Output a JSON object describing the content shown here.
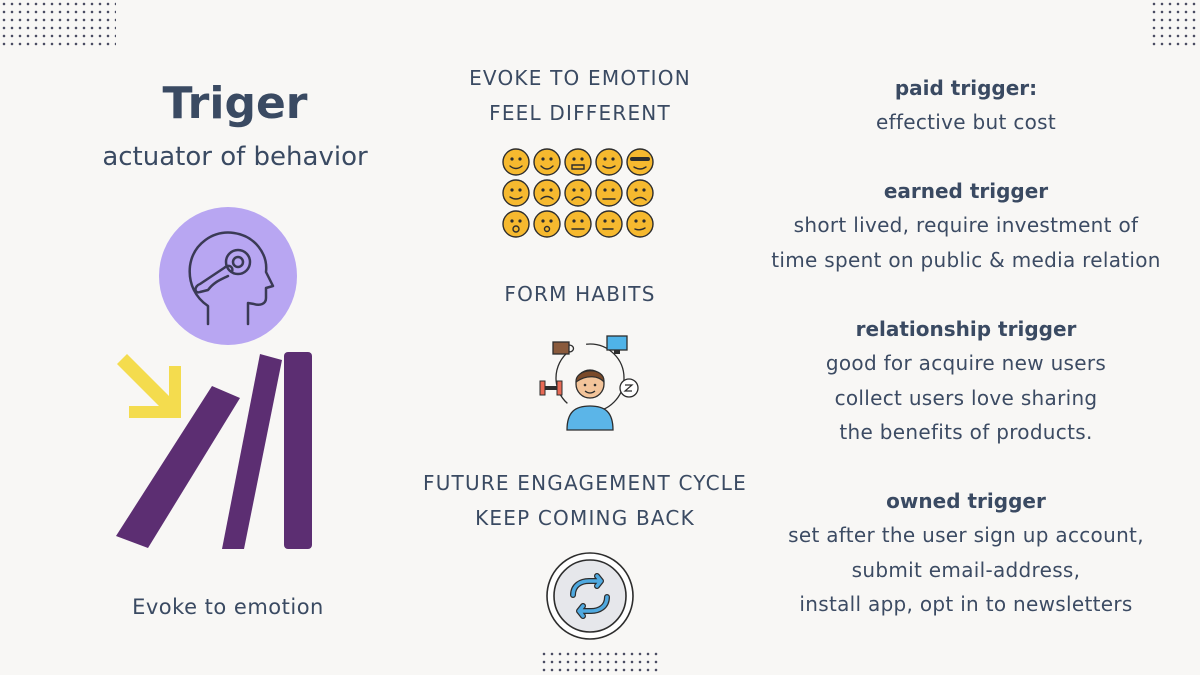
{
  "left": {
    "title": "Triger",
    "subtitle": "actuator of behavior",
    "caption": "Evoke to emotion"
  },
  "middle": {
    "section1": {
      "line1": "EVOKE TO EMOTION",
      "line2": "FEEL DIFFERENT"
    },
    "section2": {
      "line1": "FORM HABITS"
    },
    "section3": {
      "line1": "FUTURE ENGAGEMENT CYCLE",
      "line2": "KEEP COMING BACK"
    }
  },
  "right": {
    "paid": {
      "heading": "paid trigger:",
      "lines": [
        "effective but cost"
      ]
    },
    "earned": {
      "heading": "earned trigger",
      "lines": [
        "short lived, require investment of",
        "time spent on public & media relation"
      ]
    },
    "relationship": {
      "heading": "relationship trigger",
      "lines": [
        "good for acquire new users",
        "collect users love sharing",
        "the benefits of products."
      ]
    },
    "owned": {
      "heading": "owned trigger",
      "lines": [
        "set after the user sign up account,",
        "submit email-address,",
        "install app, opt in to newsletters"
      ]
    }
  },
  "icons": {
    "head": "head-touch-icon",
    "arrow": "diagonal-arrow-icon",
    "emoji": "emoji-grid-icon",
    "habits": "habits-person-icon",
    "cycle": "refresh-cycle-icon"
  },
  "colors": {
    "background": "#f8f7f5",
    "text": "#3a4a62",
    "purple": "#5c2e72",
    "lavender": "#b8a6f2",
    "yellow": "#f4dc4e",
    "emoji": "#f6b92f"
  }
}
